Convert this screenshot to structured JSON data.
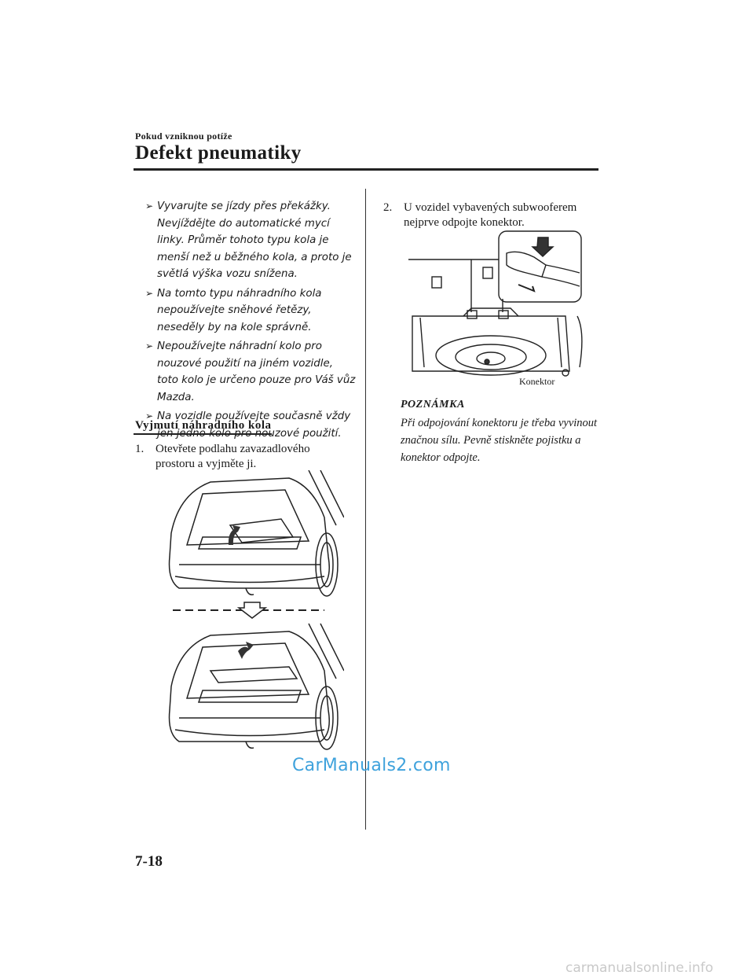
{
  "header": {
    "section": "Pokud vzniknou potíže",
    "title": "Defekt pneumatiky"
  },
  "bullets": [
    "Vyvarujte se jízdy přes překážky. Nevjíždějte do automatické mycí linky. Průměr tohoto typu kola je menší než u běžného kola, a proto je světlá výška vozu snížena.",
    "Na tomto typu náhradního kola nepoužívejte sněhové řetězy, neseděly by na kole správně.",
    "Nepoužívejte náhradní kolo pro nouzové použití na jiném vozidle, toto kolo je určeno pouze pro Váš vůz Mazda.",
    "Na vozidle používejte současně vždy jen jedno kolo pro nouzové použití."
  ],
  "subheading": "Vyjmutí náhradního kola",
  "steps": [
    {
      "number": "1.",
      "text": "Otevřete podlahu zavazadlového prostoru a vyjměte ji."
    },
    {
      "number": "2.",
      "text": "U vozidel vybavených subwooferem nejprve odpojte konektor."
    }
  ],
  "figure_label": "Konektor",
  "note": {
    "heading": "POZNÁMKA",
    "text": "Při odpojování konektoru je třeba vyvinout značnou sílu. Pevně stiskněte pojistku a konektor odpojte."
  },
  "page_number": "7-18",
  "watermark": "CarManuals2.com",
  "watermark_bottom": "carmanualsonline.info"
}
